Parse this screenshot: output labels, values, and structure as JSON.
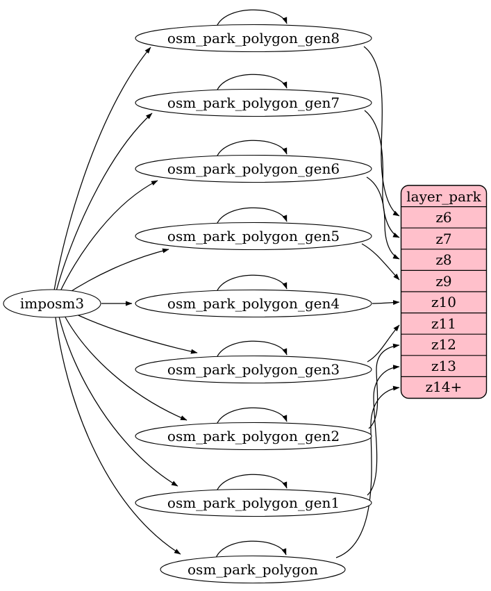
{
  "diagram": {
    "type": "graphviz-dependency-graph",
    "background_color": "#ffffff",
    "edge_color": "#000000",
    "node_fill": "#ffffff",
    "node_stroke": "#000000",
    "source_node": {
      "label": "imposm3"
    },
    "worker_nodes": [
      {
        "id": "gen8",
        "label": "osm_park_polygon_gen8",
        "zoom_target": "z6",
        "has_self_loop": true
      },
      {
        "id": "gen7",
        "label": "osm_park_polygon_gen7",
        "zoom_target": "z7",
        "has_self_loop": true
      },
      {
        "id": "gen6",
        "label": "osm_park_polygon_gen6",
        "zoom_target": "z8",
        "has_self_loop": true
      },
      {
        "id": "gen5",
        "label": "osm_park_polygon_gen5",
        "zoom_target": "z9",
        "has_self_loop": true
      },
      {
        "id": "gen4",
        "label": "osm_park_polygon_gen4",
        "zoom_target": "z10",
        "has_self_loop": true
      },
      {
        "id": "gen3",
        "label": "osm_park_polygon_gen3",
        "zoom_target": "z11",
        "has_self_loop": true
      },
      {
        "id": "gen2",
        "label": "osm_park_polygon_gen2",
        "zoom_target": "z12",
        "has_self_loop": true
      },
      {
        "id": "gen1",
        "label": "osm_park_polygon_gen1",
        "zoom_target": "z13",
        "has_self_loop": true
      },
      {
        "id": "base",
        "label": "osm_park_polygon",
        "zoom_target": "z14+",
        "has_self_loop": true
      }
    ],
    "layer_table": {
      "header": "layer_park",
      "fill_color": "#ffc0cb",
      "stroke_color": "#000000",
      "rows": [
        {
          "label": "z6"
        },
        {
          "label": "z7"
        },
        {
          "label": "z8"
        },
        {
          "label": "z9"
        },
        {
          "label": "z10"
        },
        {
          "label": "z11"
        },
        {
          "label": "z12"
        },
        {
          "label": "z13"
        },
        {
          "label": "z14+"
        }
      ]
    },
    "edges": {
      "from_source_to": [
        "osm_park_polygon_gen8",
        "osm_park_polygon_gen7",
        "osm_park_polygon_gen6",
        "osm_park_polygon_gen5",
        "osm_park_polygon_gen4",
        "osm_park_polygon_gen3",
        "osm_park_polygon_gen2",
        "osm_park_polygon_gen1",
        "osm_park_polygon"
      ],
      "self_loops_on": [
        "osm_park_polygon_gen8",
        "osm_park_polygon_gen7",
        "osm_park_polygon_gen6",
        "osm_park_polygon_gen5",
        "osm_park_polygon_gen4",
        "osm_park_polygon_gen3",
        "osm_park_polygon_gen2",
        "osm_park_polygon_gen1",
        "osm_park_polygon"
      ],
      "to_layer_rows": [
        {
          "from": "osm_park_polygon_gen8",
          "to": "z6"
        },
        {
          "from": "osm_park_polygon_gen7",
          "to": "z7"
        },
        {
          "from": "osm_park_polygon_gen6",
          "to": "z8"
        },
        {
          "from": "osm_park_polygon_gen5",
          "to": "z9"
        },
        {
          "from": "osm_park_polygon_gen4",
          "to": "z10"
        },
        {
          "from": "osm_park_polygon_gen3",
          "to": "z11"
        },
        {
          "from": "osm_park_polygon_gen2",
          "to": "z12"
        },
        {
          "from": "osm_park_polygon_gen1",
          "to": "z13"
        },
        {
          "from": "osm_park_polygon",
          "to": "z14+"
        }
      ]
    }
  }
}
